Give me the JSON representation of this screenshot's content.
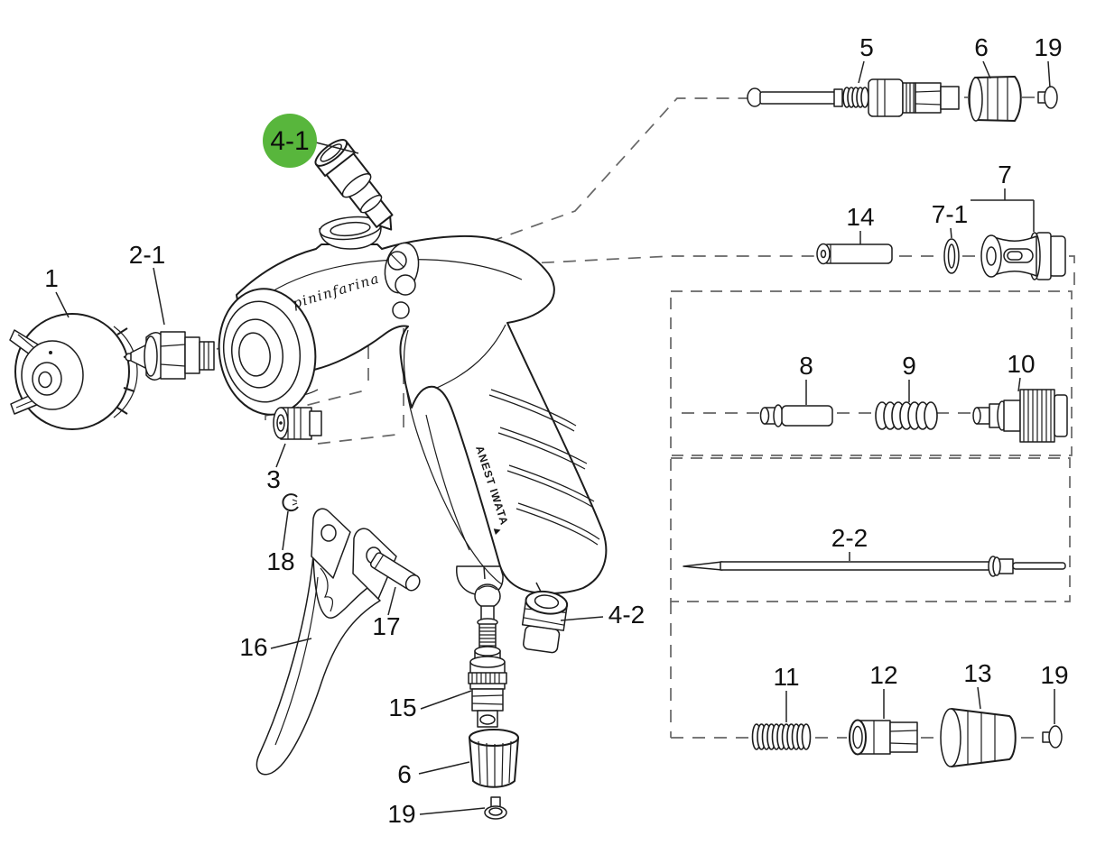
{
  "diagram": {
    "type": "exploded-parts-diagram",
    "product": {
      "body_script": "pininfarina",
      "handle_brand": "ANEST IWATA",
      "logo_glyph": "▲"
    },
    "highlight": {
      "part": "4-1",
      "color": "#58b63c"
    },
    "labels": {
      "l1": "1",
      "l2_1": "2-1",
      "l2_2": "2-2",
      "l3": "3",
      "l4_1": "4-1",
      "l4_2": "4-2",
      "l5": "5",
      "l6": "6",
      "l7": "7",
      "l7_1": "7-1",
      "l8": "8",
      "l9": "9",
      "l10": "10",
      "l11": "11",
      "l12": "12",
      "l13": "13",
      "l14": "14",
      "l15": "15",
      "l16": "16",
      "l17": "17",
      "l18": "18",
      "l19": "19"
    }
  }
}
